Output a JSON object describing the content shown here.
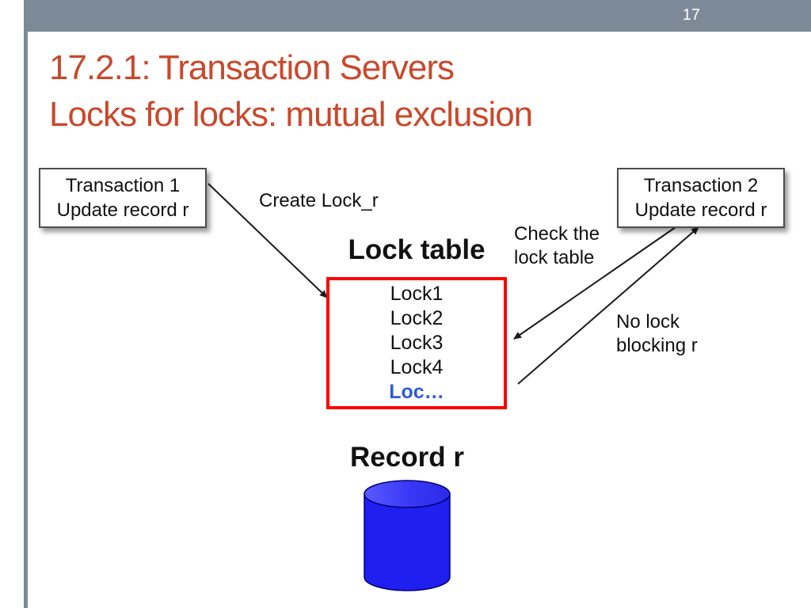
{
  "slide": {
    "page_number": "17",
    "title_line1": "17.2.1: Transaction Servers",
    "title_line2": "Locks for locks: mutual exclusion"
  },
  "diagram": {
    "transaction1": {
      "line1": "Transaction 1",
      "line2": "Update record r"
    },
    "transaction2": {
      "line1": "Transaction 2",
      "line2": "Update record r"
    },
    "create_lock_label": "Create Lock_r",
    "lock_table_title": "Lock table",
    "check_label": {
      "line1": "Check the",
      "line2": "lock table"
    },
    "no_lock_label": {
      "line1": "No lock",
      "line2": "blocking r"
    },
    "locks": [
      "Lock1",
      "Lock2",
      "Lock3",
      "Lock4"
    ],
    "lock_partial": "Loc…",
    "record_label": "Record r"
  },
  "colors": {
    "banner": "#7C8A97",
    "title": "#C8492C",
    "lock_table_border": "#FF0000",
    "lock_partial_text": "#2E5BD7",
    "cylinder_blue": "#1F1FEF",
    "arrow": "#1A1A1A"
  }
}
